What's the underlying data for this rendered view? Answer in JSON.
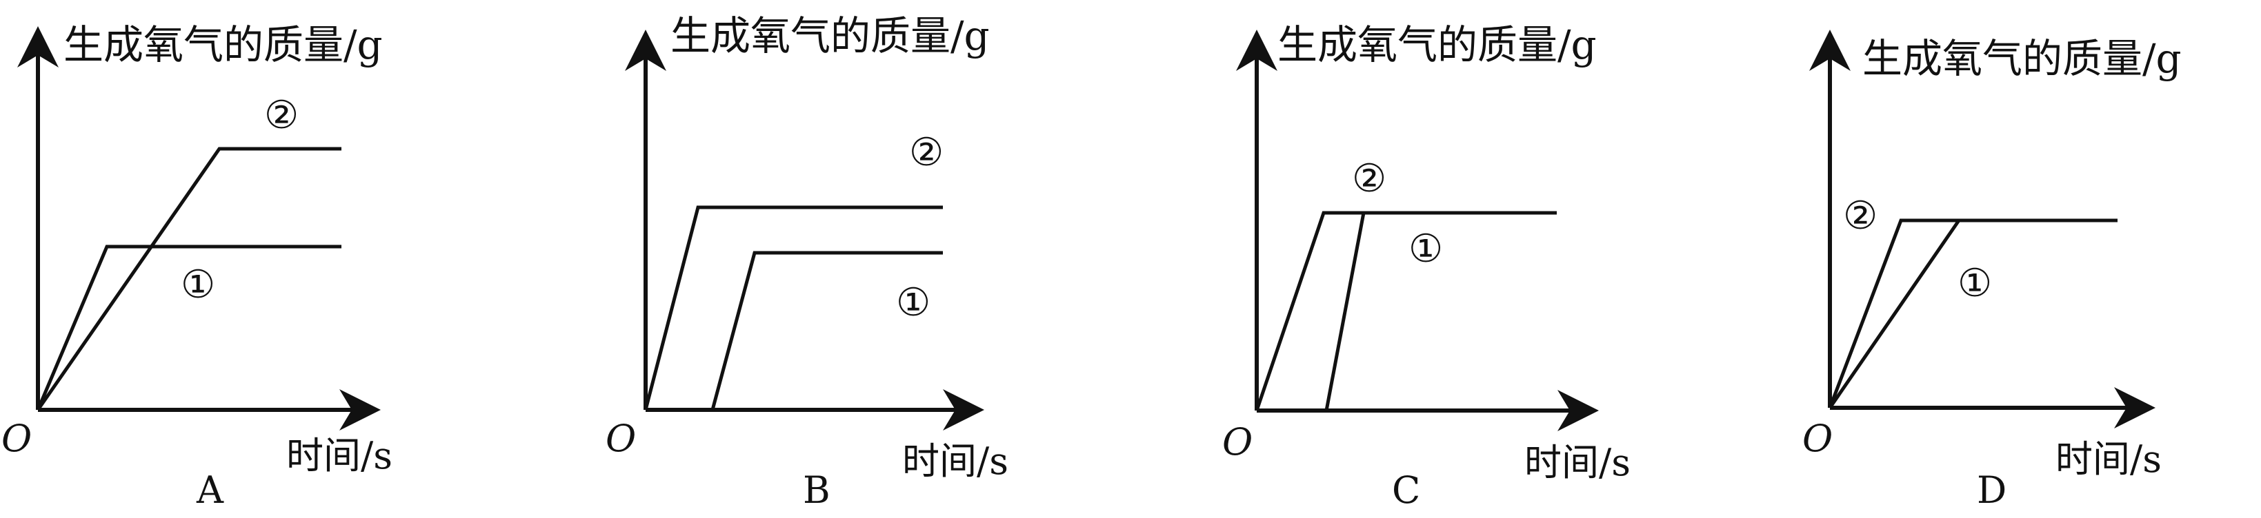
{
  "chart_data": [
    {
      "type": "line",
      "panel": "A",
      "ylabel": "生成氧气的质量/g",
      "xlabel": "时间/s",
      "origin_label": "O",
      "series": [
        {
          "name": "①",
          "points": [
            [
              0,
              0
            ],
            [
              1,
              0.63
            ],
            [
              5.6,
              0.63
            ]
          ],
          "note": "faster rise, lower plateau"
        },
        {
          "name": "②",
          "points": [
            [
              0,
              0
            ],
            [
              2.7,
              1.0
            ],
            [
              5.6,
              1.0
            ]
          ],
          "note": "slower rise, higher plateau"
        }
      ]
    },
    {
      "type": "line",
      "panel": "B",
      "ylabel": "生成氧气的质量/g",
      "xlabel": "时间/s",
      "origin_label": "O",
      "series": [
        {
          "name": "②",
          "points": [
            [
              0,
              0
            ],
            [
              0.8,
              1.0
            ],
            [
              4.6,
              1.0
            ]
          ],
          "note": "starts at origin, higher plateau"
        },
        {
          "name": "①",
          "points": [
            [
              1.0,
              0
            ],
            [
              1.6,
              0.78
            ],
            [
              4.6,
              0.78
            ]
          ],
          "note": "delayed start, lower plateau"
        }
      ]
    },
    {
      "type": "line",
      "panel": "C",
      "ylabel": "生成氧气的质量/g",
      "xlabel": "时间/s",
      "origin_label": "O",
      "series": [
        {
          "name": "②",
          "points": [
            [
              0,
              0
            ],
            [
              1.0,
              1.0
            ],
            [
              3.5,
              1.0
            ]
          ],
          "note": "starts at origin"
        },
        {
          "name": "①",
          "points": [
            [
              1.05,
              0
            ],
            [
              1.6,
              1.0
            ],
            [
              3.5,
              1.0
            ]
          ],
          "note": "delayed start, same plateau"
        }
      ]
    },
    {
      "type": "line",
      "panel": "D",
      "ylabel": "生成氧气的质量/g",
      "xlabel": "时间/s",
      "origin_label": "O",
      "series": [
        {
          "name": "②",
          "points": [
            [
              0,
              0
            ],
            [
              1.0,
              1.0
            ],
            [
              3.9,
              1.0
            ]
          ],
          "note": "faster rise"
        },
        {
          "name": "①",
          "points": [
            [
              0,
              0
            ],
            [
              1.8,
              1.0
            ],
            [
              3.9,
              1.0
            ]
          ],
          "note": "slower rise, same plateau"
        }
      ]
    }
  ],
  "panels": [
    {
      "caption": "A",
      "ylabel": "生成氧气的质量/g",
      "xlabel": "时间/s",
      "origin": "O",
      "mark1": "①",
      "mark2": "②"
    },
    {
      "caption": "B",
      "ylabel": "生成氧气的质量/g",
      "xlabel": "时间/s",
      "origin": "O",
      "mark1": "①",
      "mark2": "②"
    },
    {
      "caption": "C",
      "ylabel": "生成氧气的质量/g",
      "xlabel": "时间/s",
      "origin": "O",
      "mark1": "①",
      "mark2": "②"
    },
    {
      "caption": "D",
      "ylabel": "生成氧气的质量/g",
      "xlabel": "时间/s",
      "origin": "O",
      "mark1": "①",
      "mark2": "②"
    }
  ]
}
